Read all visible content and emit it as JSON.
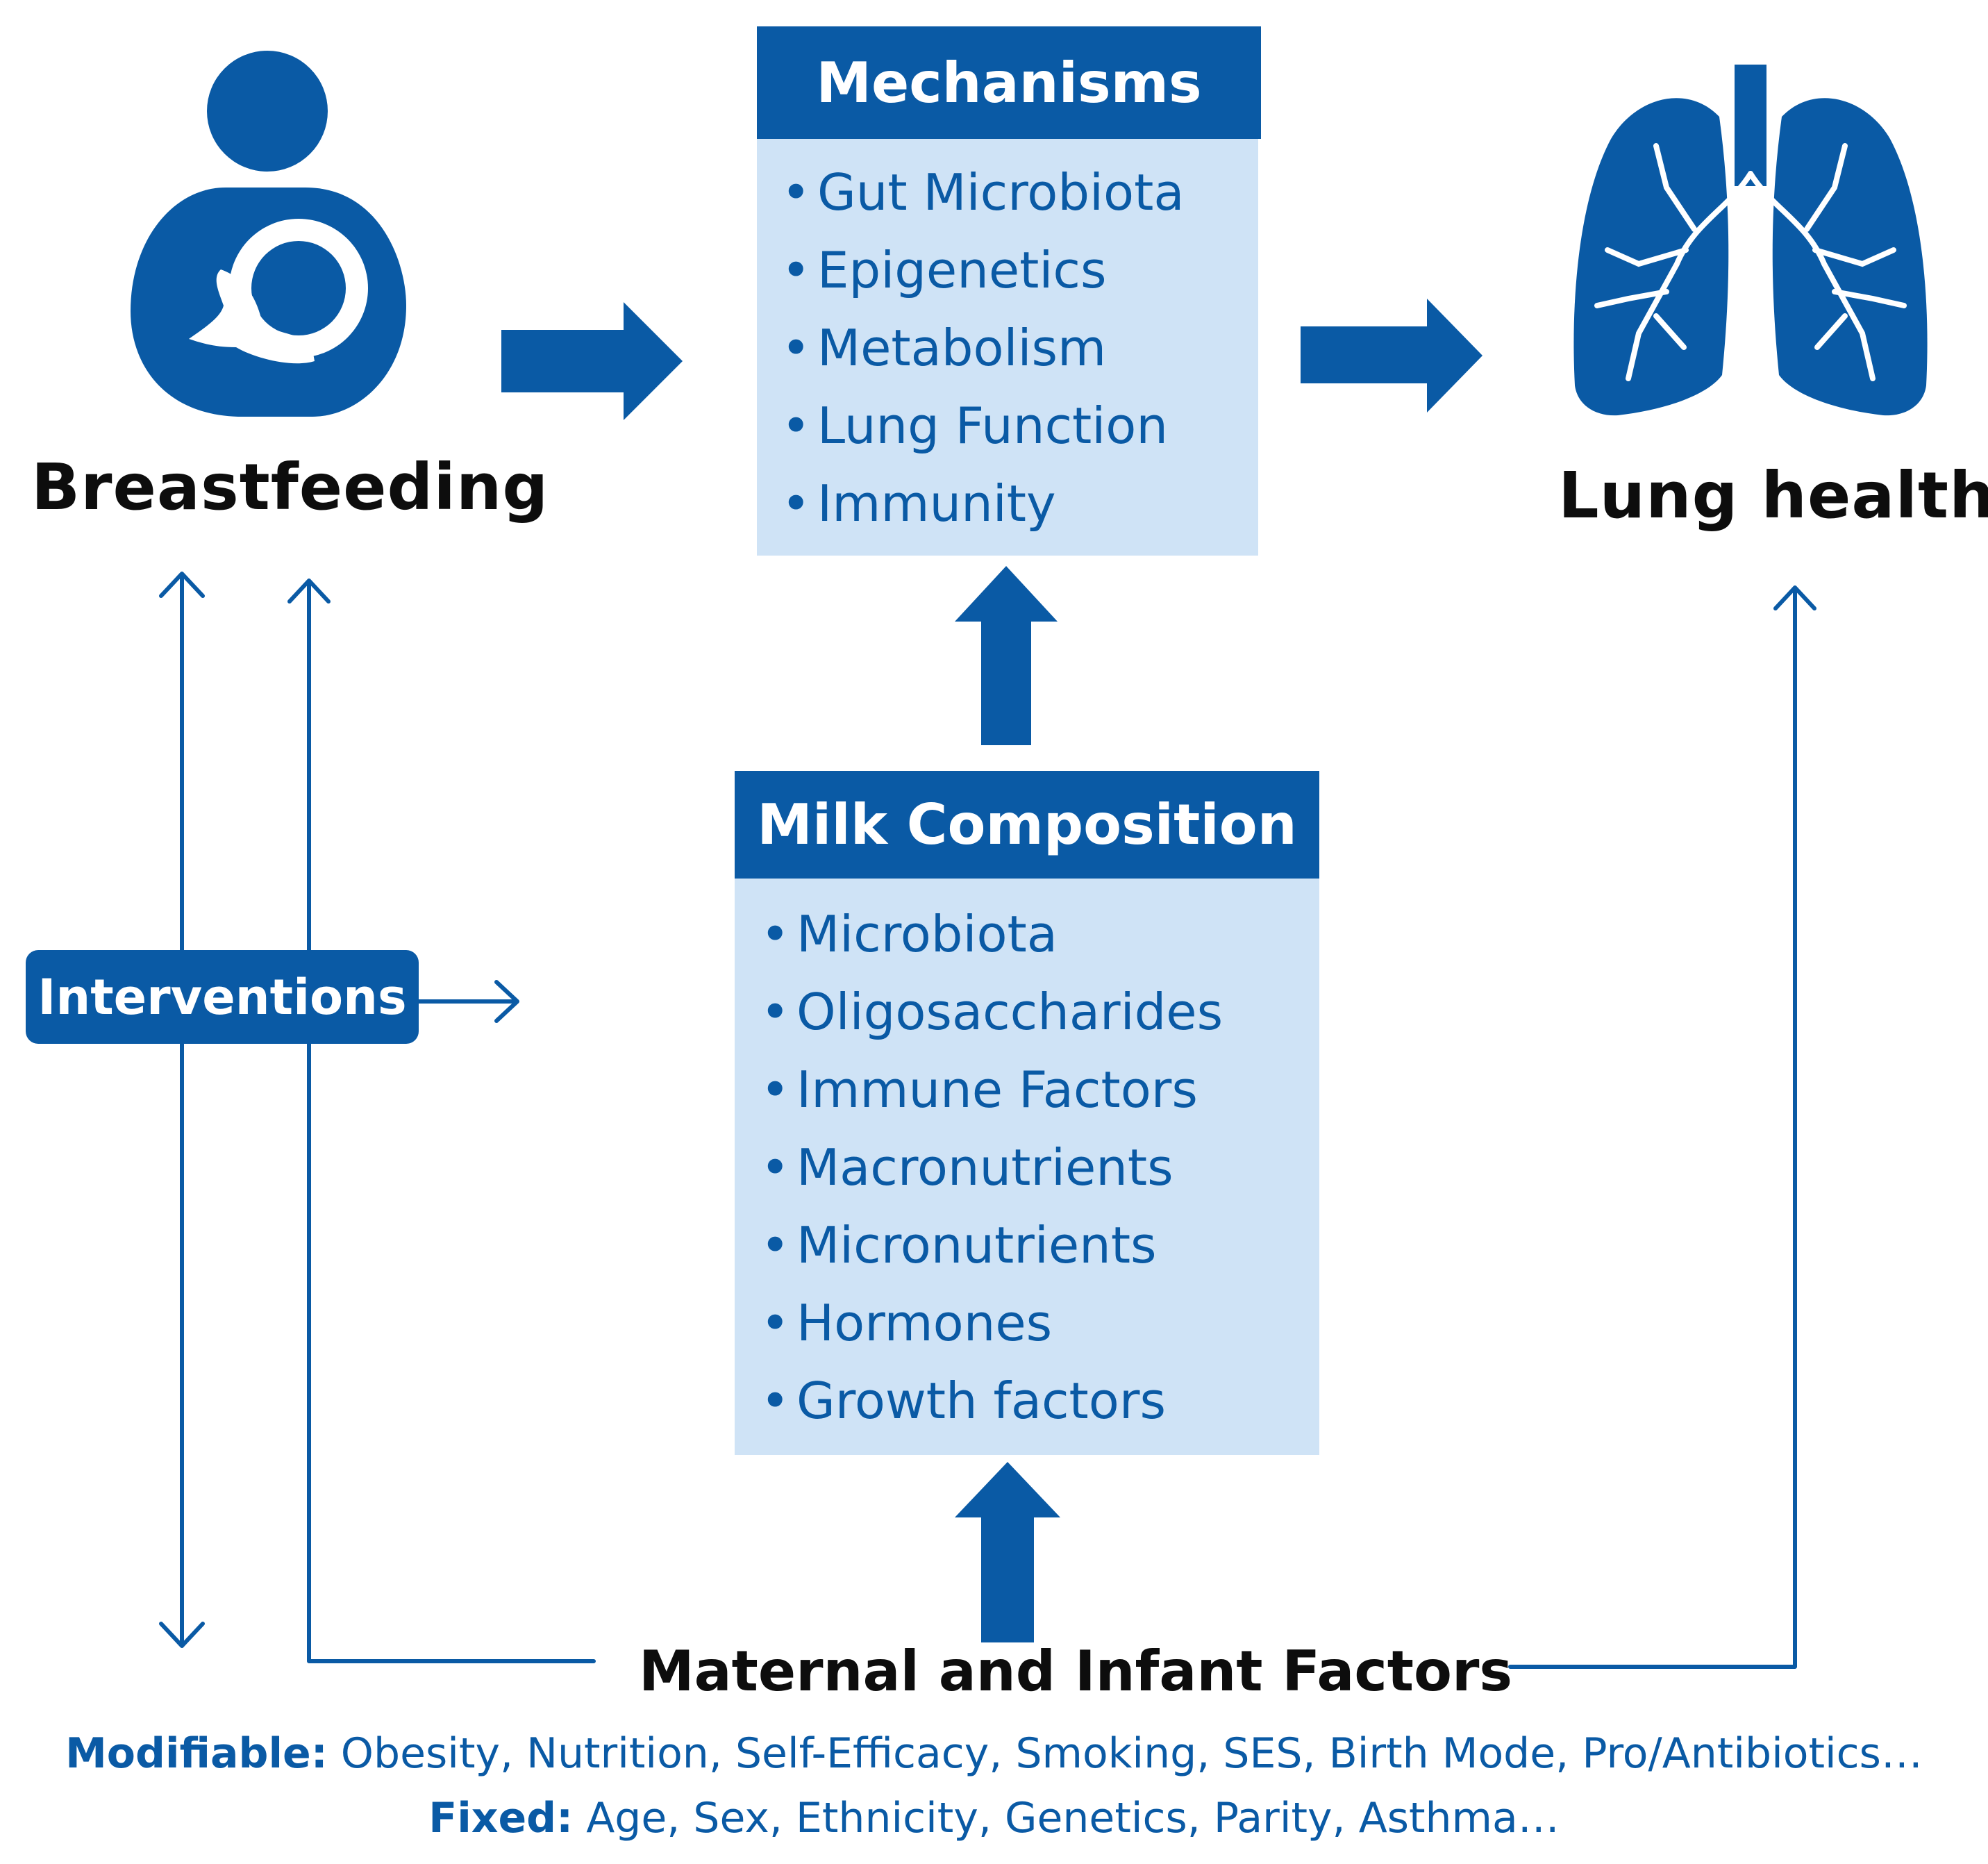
{
  "colors": {
    "primary": "#0a5aa5",
    "box_fill": "#cfe3f6",
    "text_dark": "#0d0d0d"
  },
  "icons": {
    "left": "breastfeeding-mother-baby-icon",
    "right": "lungs-icon"
  },
  "labels": {
    "breastfeeding": "Breastfeeding",
    "lung_health": "Lung health",
    "interventions": "Interventions",
    "factors_title": "Maternal and Infant Factors"
  },
  "mechanisms": {
    "title": "Mechanisms",
    "items": [
      "Gut Microbiota",
      "Epigenetics",
      "Metabolism",
      "Lung Function",
      "Immunity"
    ]
  },
  "milk": {
    "title": "Milk Composition",
    "items": [
      "Microbiota",
      "Oligosaccharides",
      "Immune Factors",
      "Macronutrients",
      "Micronutrients",
      "Hormones",
      "Growth factors"
    ]
  },
  "factors": {
    "modifiable_label": "Modifiable:",
    "modifiable_text": "Obesity, Nutrition, Self-Efficacy, Smoking, SES, Birth Mode, Pro/Antibiotics…",
    "fixed_label": "Fixed:",
    "fixed_text": "Age, Sex, Ethnicity, Genetics, Parity, Asthma…"
  }
}
